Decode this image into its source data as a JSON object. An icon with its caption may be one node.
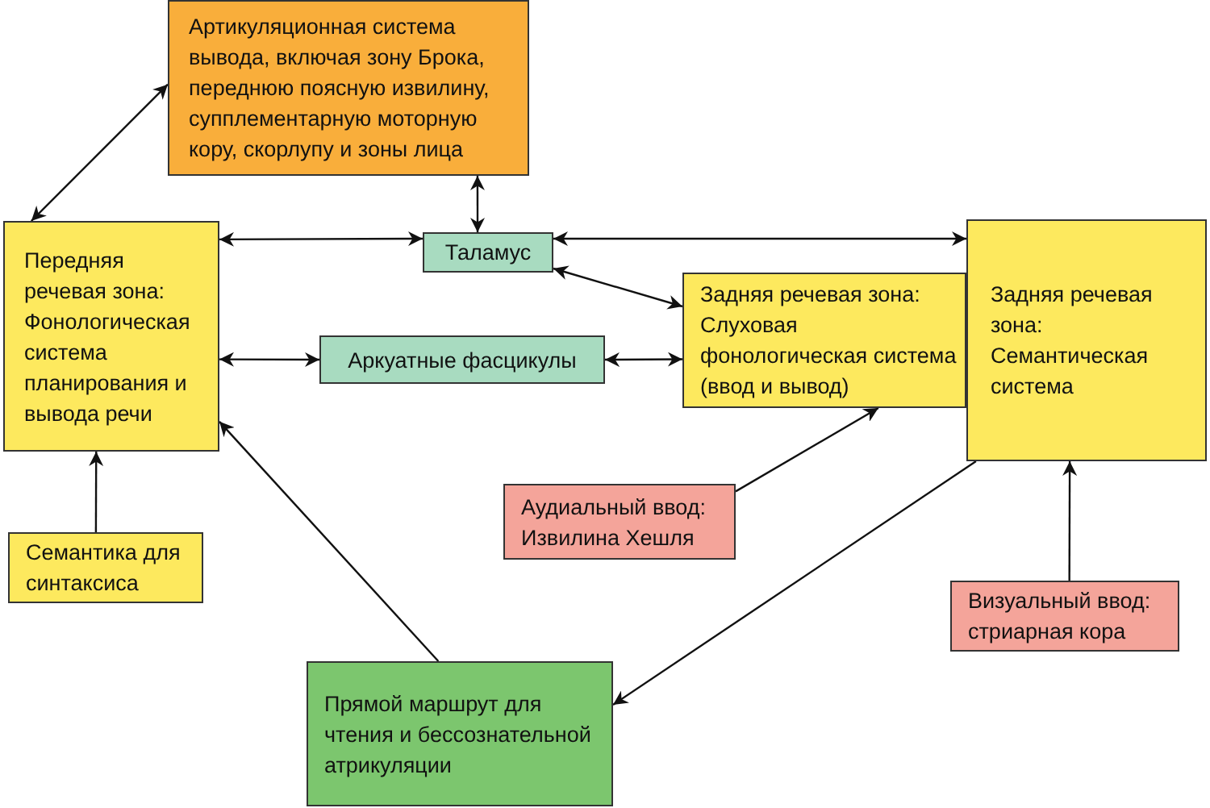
{
  "diagram": {
    "nodes": [
      {
        "text": [
          "Артикуляционная система вывода, включая зону Брока, переднюю поясную извилину, супплементарную моторную кору, скорлупу и зоны лица"
        ]
      },
      {
        "text": [
          "Передняя речевая зона: Фонологическая система планирования и вывода речи"
        ]
      },
      {
        "text": [
          "Таламус"
        ]
      },
      {
        "text": [
          "Аркуатные фасцикулы"
        ]
      },
      {
        "text": [
          "Задняя речевая зона: Слуховая фонологическая система (ввод и вывод)"
        ]
      },
      {
        "text": [
          "Задняя речевая зона: Семантическая система"
        ]
      },
      {
        "text": [
          "Семантика для синтаксиса"
        ]
      },
      {
        "text": [
          "Аудиальный ввод: Извилина Хешля"
        ]
      },
      {
        "text": [
          "Визуальный ввод: стриарная кора"
        ]
      },
      {
        "text": [
          "Прямой маршрут для чтения и бессознательной атрикуляции"
        ]
      }
    ],
    "edges": [
      {
        "from": 0,
        "to": 1,
        "arrow": "both"
      },
      {
        "from": 0,
        "to": 2,
        "arrow": "both"
      },
      {
        "from": 1,
        "to": 2,
        "arrow": "both"
      },
      {
        "from": 2,
        "to": 5,
        "arrow": "both"
      },
      {
        "from": 2,
        "to": 4,
        "arrow": "both"
      },
      {
        "from": 1,
        "to": 3,
        "arrow": "both"
      },
      {
        "from": 3,
        "to": 4,
        "arrow": "both"
      },
      {
        "from": 7,
        "to": 4,
        "arrow": "to"
      },
      {
        "from": 6,
        "to": 1,
        "arrow": "to"
      },
      {
        "from": 5,
        "to": 9,
        "arrow": "to"
      },
      {
        "from": 9,
        "to": 1,
        "arrow": "to"
      },
      {
        "from": 8,
        "to": 5,
        "arrow": "to"
      }
    ]
  }
}
